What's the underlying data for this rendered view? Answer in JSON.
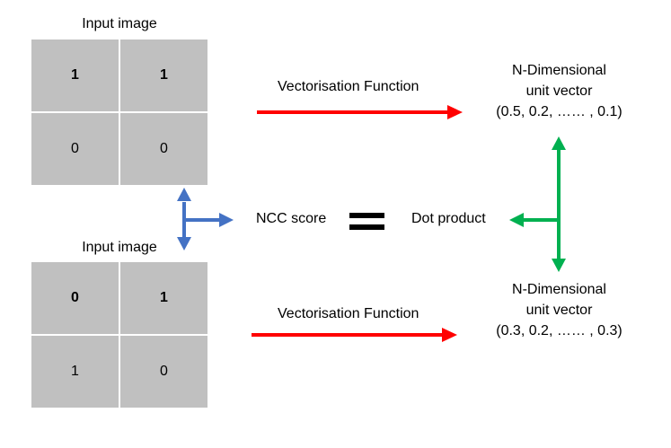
{
  "top_image": {
    "title": "Input image",
    "cells": [
      "1",
      "1",
      "0",
      "0"
    ]
  },
  "bottom_image": {
    "title": "Input image",
    "cells": [
      "0",
      "1",
      "1",
      "0"
    ]
  },
  "top_arrow_label": "Vectorisation Function",
  "bottom_arrow_label": "Vectorisation Function",
  "top_vector": {
    "line1": "N-Dimensional",
    "line2": "unit vector",
    "values": "(0.5, 0.2, …… , 0.1)"
  },
  "bottom_vector": {
    "line1": "N-Dimensional",
    "line2": "unit vector",
    "values": "(0.3, 0.2, …… , 0.3)"
  },
  "ncc_label": "NCC score",
  "dot_label": "Dot product",
  "colors": {
    "cell": "#c0c0c0",
    "red_arrow": "#ff0000",
    "blue_arrow": "#4472c4",
    "green_arrow": "#00b050"
  }
}
